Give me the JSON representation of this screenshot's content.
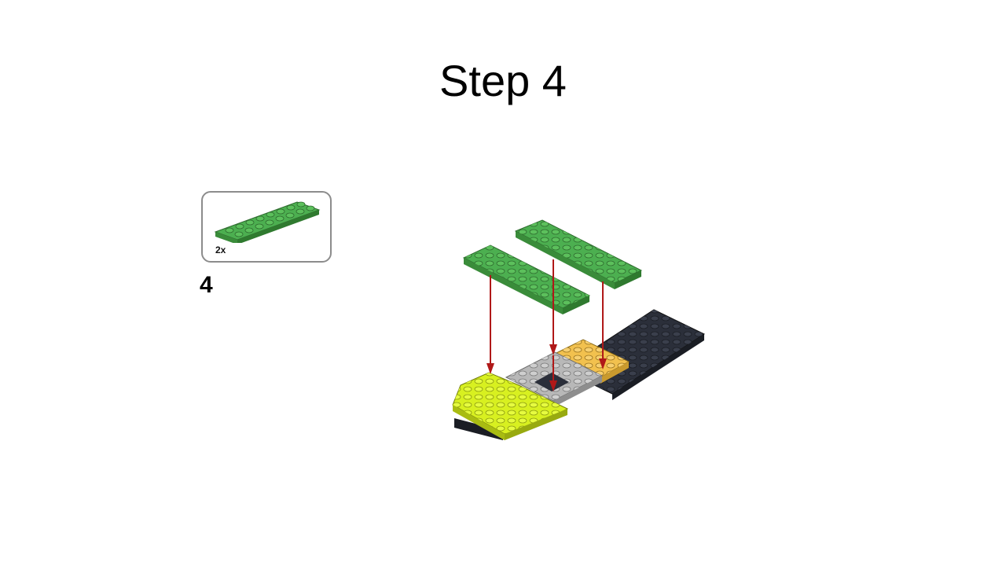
{
  "title": "Step 4",
  "parts_list": {
    "quantity": "2x",
    "part_icon": "green-2x8-plate-icon"
  },
  "step_number": "4",
  "colors": {
    "green": "#4caf50",
    "lime": "#d8f020",
    "gray": "#b8b8b8",
    "yellow": "#f2c14e",
    "black": "#2b2f3a",
    "arrow": "#b01818"
  }
}
